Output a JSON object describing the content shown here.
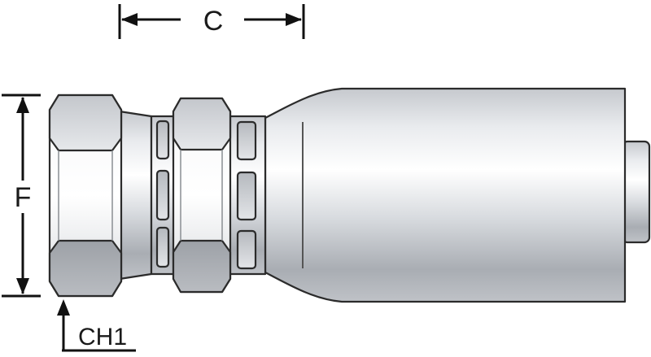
{
  "dimensions": {
    "c_label": "C",
    "f_label": "F",
    "ch1_label": "CH1"
  },
  "colors": {
    "outline": "#2b2b2b",
    "metal_light": "#f2f3f5",
    "metal_mid": "#c9ccd1",
    "metal_dark": "#8e9297",
    "dimension_line": "#111111"
  }
}
